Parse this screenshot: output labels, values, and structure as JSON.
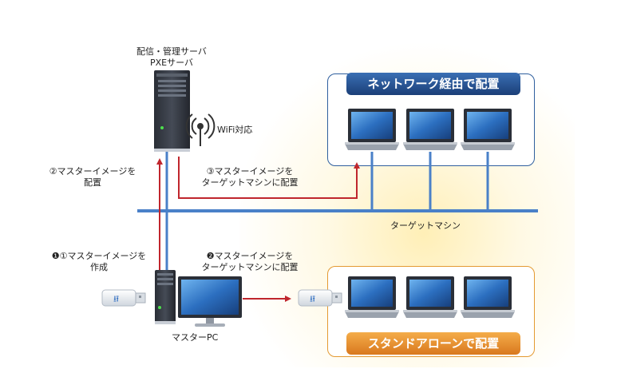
{
  "server": {
    "title_line1": "配信・管理サーバ",
    "title_line2": "PXEサーバ"
  },
  "wifi_label": "WiFi対応",
  "steps": {
    "step2_left_line1": "②マスターイメージを",
    "step2_left_line2": "配置",
    "step3_line1": "③マスターイメージを",
    "step3_line2": "ターゲットマシンに配置",
    "step1_line1": "❶①マスターイメージを",
    "step1_line2": "作成",
    "step2_right_line1": "❷マスターイメージを",
    "step2_right_line2": "ターゲットマシンに配置"
  },
  "target_label": "ターゲットマシン",
  "master_pc_label": "マスターPC",
  "banners": {
    "network": "ネットワーク経由で配置",
    "standalone": "スタンドアローンで配置"
  },
  "colors": {
    "network_blue": "#2f5f9e",
    "standalone_orange": "#e49a32",
    "arrow_red": "#c0262d",
    "line_blue": "#4a80c8"
  }
}
